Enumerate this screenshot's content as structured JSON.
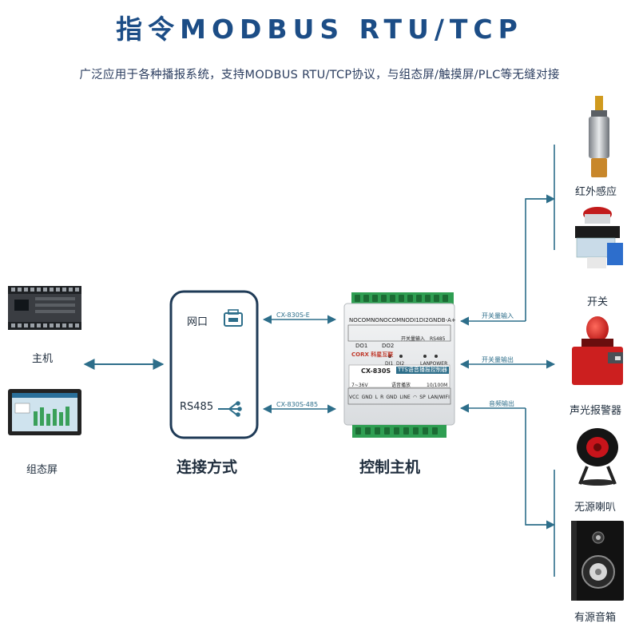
{
  "title": "指令MODBUS RTU/TCP",
  "subtitle": "广泛应用于各种播报系统，支持MODBUS RTU/TCP协议，与组态屏/触摸屏/PLC等无缝对接",
  "left_devices": {
    "host": "主机",
    "hmi": "组态屏"
  },
  "connection": {
    "caption": "连接方式",
    "network_label": "网口",
    "rs485_label": "RS485",
    "link_network": "CX-830S-E",
    "link_rs485": "CX-830S-485"
  },
  "controller": {
    "caption": "控制主机",
    "model": "CX-830S",
    "product": "TTS语音播报控制器",
    "brand": "CORX 科星互联",
    "port_labels": [
      "NO",
      "COM",
      "NO",
      "NO",
      "COM",
      "NO",
      "DI1",
      "DI2",
      "GND",
      "B-",
      "A+"
    ],
    "relay_labels": [
      "DO1",
      "DO2"
    ],
    "switch_input_label": "开关量输入",
    "rs485_tag": "RS485",
    "led_labels": [
      "DI1",
      "DI2",
      "LAN",
      "POWER"
    ],
    "bottom_labels": [
      "VCC",
      "GND",
      "L",
      "R",
      "GND",
      "LINE",
      "",
      "SP",
      "LAN/WIFI"
    ],
    "power_label": "7~36V",
    "audio_label": "语音播放",
    "net_label": "10/100M"
  },
  "links": {
    "switch_in": "开关量输入",
    "switch_out": "开关量输出",
    "audio_out": "音频输出"
  },
  "right_devices": {
    "ir": "红外感应",
    "switch": "开关",
    "alarm": "声光报警器",
    "passive_speaker": "无源喇叭",
    "active_speaker": "有源音箱"
  },
  "colors": {
    "accent": "#1c4d86",
    "line": "#2d6e8a",
    "box_border": "#1f3b57",
    "terminal": "#2f9e52"
  }
}
